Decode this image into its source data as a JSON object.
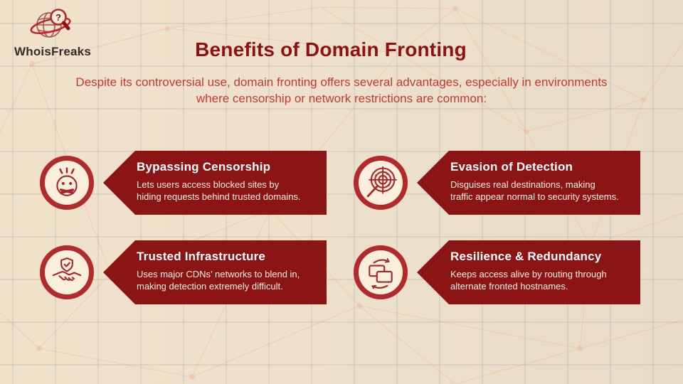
{
  "brand": {
    "name": "WhoisFreaks",
    "logo_icon": "whoisfreaks-globe-magnifier-icon"
  },
  "header": {
    "title": "Benefits of Domain Fronting",
    "subtitle": "Despite its controversial use, domain fronting offers several advantages, especially in environments where censorship or network restrictions are common:"
  },
  "cards": [
    {
      "icon": "muted-face-icon",
      "title": "Bypassing Censorship",
      "description_line1": "Lets users access blocked sites by",
      "description_line2": "hiding requests behind trusted domains."
    },
    {
      "icon": "radar-target-icon",
      "title": "Evasion of Detection",
      "description_line1": "Disguises real destinations, making",
      "description_line2": "traffic appear normal to security systems."
    },
    {
      "icon": "handshake-shield-icon",
      "title": "Trusted Infrastructure",
      "description_line1": "Uses major CDNs’ networks to blend in,",
      "description_line2": "making detection extremely difficult."
    },
    {
      "icon": "sync-screens-icon",
      "title": "Resilience & Redundancy",
      "description_line1": "Keeps access alive by routing through",
      "description_line2": "alternate fronted hostnames."
    }
  ],
  "colors": {
    "background": "#EDE0CA",
    "banner_maroon": "#8B1414",
    "title_maroon": "#8E1212",
    "subtitle_red": "#C23B31",
    "icon_ring_red": "#B12B2B",
    "icon_fill_cream": "#F9EFDC",
    "mesh_peach": "#F0BC9A"
  }
}
